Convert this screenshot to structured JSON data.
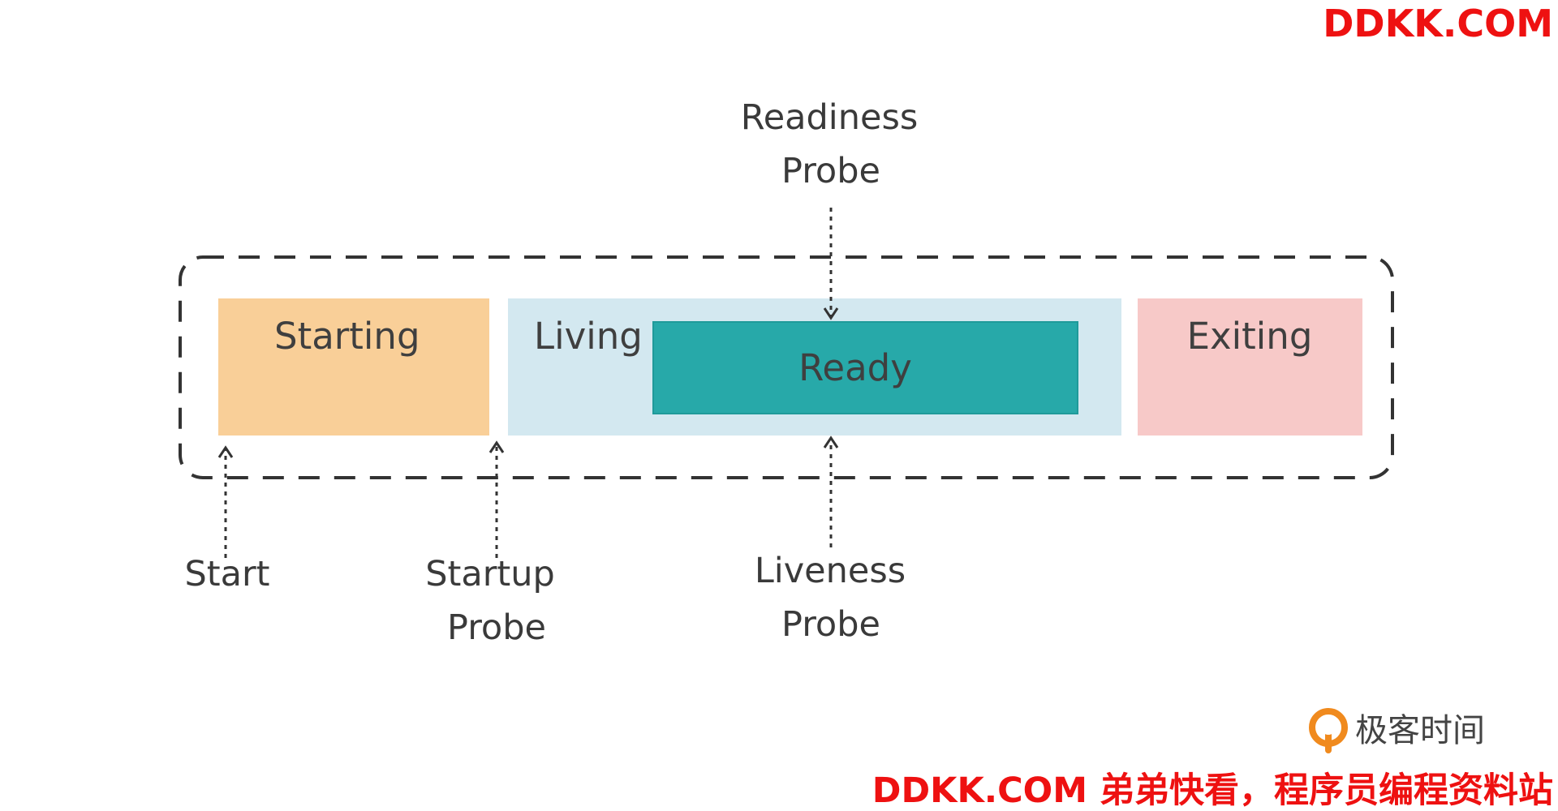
{
  "states": {
    "starting": "Starting",
    "living": "Living",
    "ready": "Ready",
    "exiting": "Exiting"
  },
  "probes": {
    "readiness_line1": "Readiness",
    "readiness_line2": "Probe",
    "start": "Start",
    "startup_line1": "Startup",
    "startup_line2": "Probe",
    "liveness_line1": "Liveness",
    "liveness_line2": "Probe"
  },
  "watermark": {
    "top": "DDKK.COM",
    "bottom": "DDKK.COM 弟弟快看，程序员编程资料站"
  },
  "brand": {
    "name": "极客时间"
  },
  "colors": {
    "starting": "#f9cf98",
    "living": "#d3e8f0",
    "ready": "#27a9a9",
    "exiting": "#f7c9c8",
    "dash": "#333333",
    "watermark": "#ee1111",
    "brand_orange": "#f08a1e"
  }
}
